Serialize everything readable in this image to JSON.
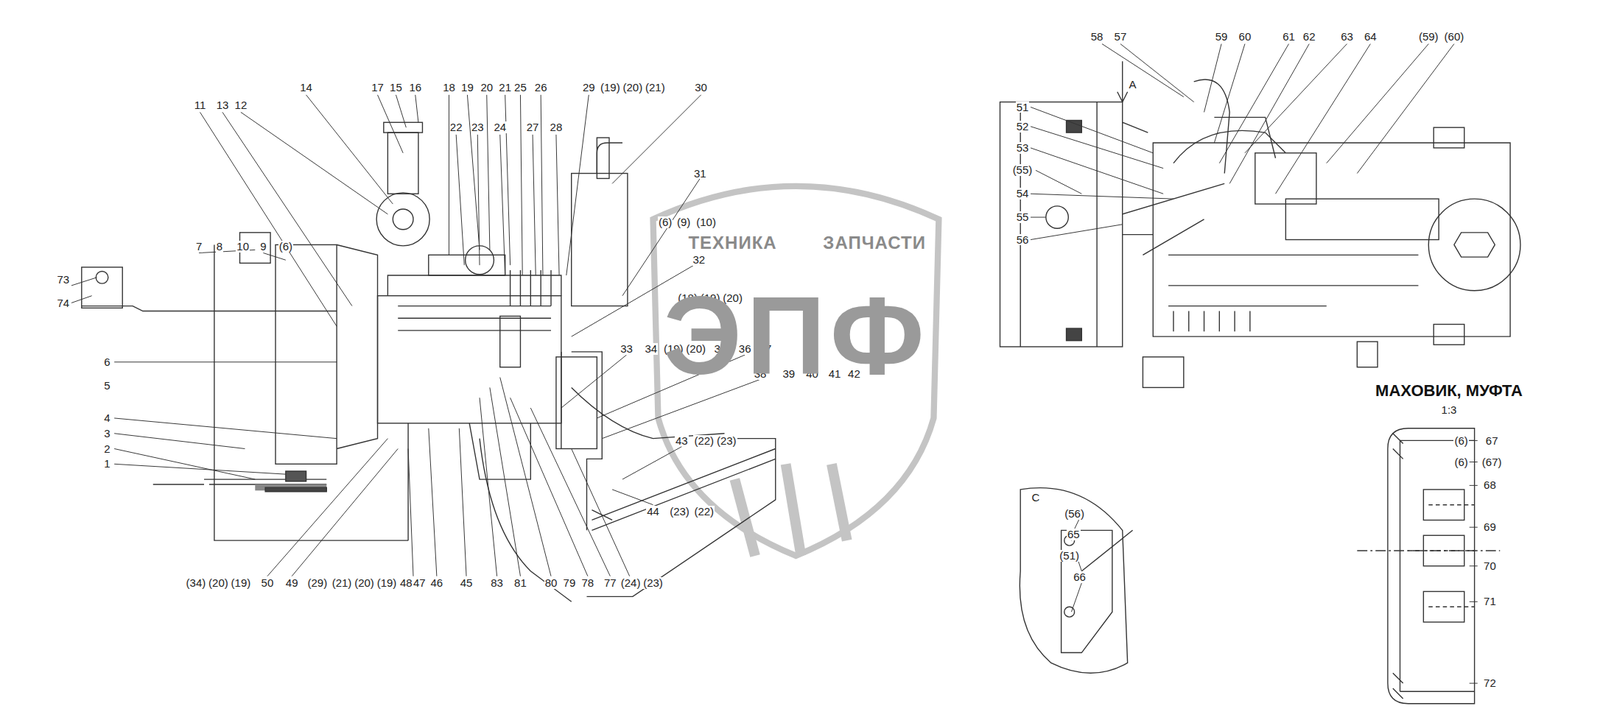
{
  "diagram": {
    "labels": [
      "11",
      "13",
      "12",
      "14",
      "17",
      "15",
      "16",
      "18",
      "19",
      "20",
      "21",
      "22",
      "23",
      "24",
      "25",
      "26",
      "27",
      "28",
      "29",
      "(19)",
      "(20)",
      "(21)",
      "30",
      "31",
      "(6)",
      "(9)",
      "(10)",
      "32",
      "(18)",
      "(19)",
      "(20)",
      "33",
      "34",
      "(19)",
      "(20)",
      "35",
      "36",
      "37",
      "38",
      "39",
      "40",
      "41",
      "42",
      "43",
      "(22)",
      "(23)",
      "44",
      "(23)",
      "(22)",
      "73",
      "74",
      "7",
      "8",
      "10",
      "9",
      "(6)",
      "6",
      "5",
      "4",
      "3",
      "2",
      "1",
      "(34)",
      "(20)",
      "(19)",
      "50",
      "49",
      "(29)",
      "(21)",
      "(20)",
      "(19)",
      "48",
      "47",
      "46",
      "45",
      "83",
      "81",
      "80",
      "79",
      "78",
      "77",
      "(24)",
      "(23)",
      "58",
      "57",
      "59",
      "60",
      "61",
      "62",
      "63",
      "64",
      "(59)",
      "(60)",
      "A",
      "51",
      "52",
      "53",
      "(55)",
      "54",
      "55",
      "56",
      "МАХОВИК, МУФТА",
      "1:3",
      "(6)",
      "67",
      "(6)",
      "(67)",
      "68",
      "69",
      "70",
      "71",
      "72",
      "C",
      "(56)",
      "65",
      "(51)",
      "66",
      "ТЕХНИКА",
      "ЗАПЧАСТИ",
      "ЭПФ"
    ]
  }
}
